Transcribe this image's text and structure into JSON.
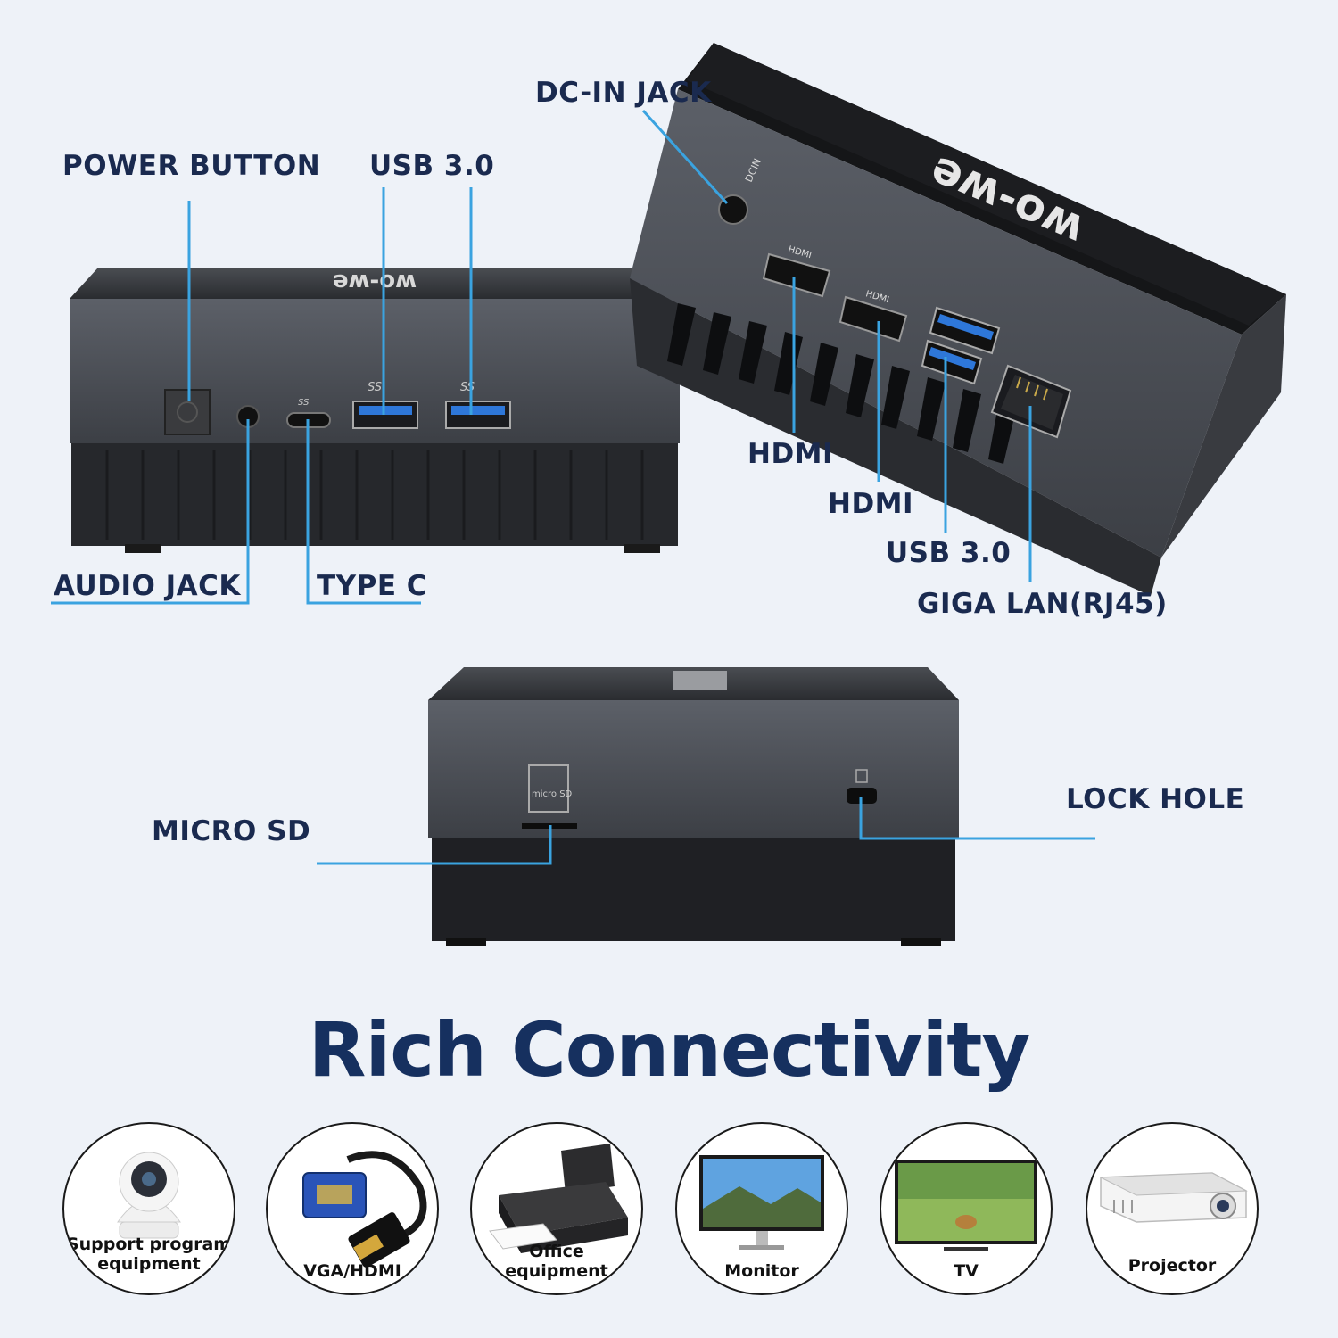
{
  "brand": {
    "logo_text": "wo-we"
  },
  "ports_front": {
    "power_button": "POWER BUTTON",
    "usb_top": "USB 3.0",
    "audio_jack": "AUDIO JACK",
    "type_c": "TYPE C",
    "ss_mark": "SS"
  },
  "ports_back": {
    "dc_in": "DC-IN JACK",
    "dc_in_mark": "DCIN",
    "hdmi_1": "HDMI",
    "hdmi_2": "HDMI",
    "usb": "USB 3.0",
    "lan": "GIGA LAN(RJ45)",
    "hdmi_mark": "HDMI"
  },
  "ports_side": {
    "micro_sd": "MICRO SD",
    "lock_hole": "LOCK HOLE",
    "sd_mark": "micro SD"
  },
  "headline": "Rich Connectivity",
  "devices": [
    {
      "line1": "Support program",
      "line2": "equipment",
      "icon": "camera-icon"
    },
    {
      "line1": "VGA/HDMI",
      "line2": "",
      "icon": "cable-icon"
    },
    {
      "line1": "Office",
      "line2": "equipment",
      "icon": "printer-icon"
    },
    {
      "line1": "Monitor",
      "line2": "",
      "icon": "monitor-icon"
    },
    {
      "line1": "TV",
      "line2": "",
      "icon": "tv-icon"
    },
    {
      "line1": "Projector",
      "line2": "",
      "icon": "projector-icon"
    }
  ],
  "colors": {
    "leader_line": "#3aa3e0",
    "label_text": "#1a2a4f",
    "headline": "#16305f"
  }
}
